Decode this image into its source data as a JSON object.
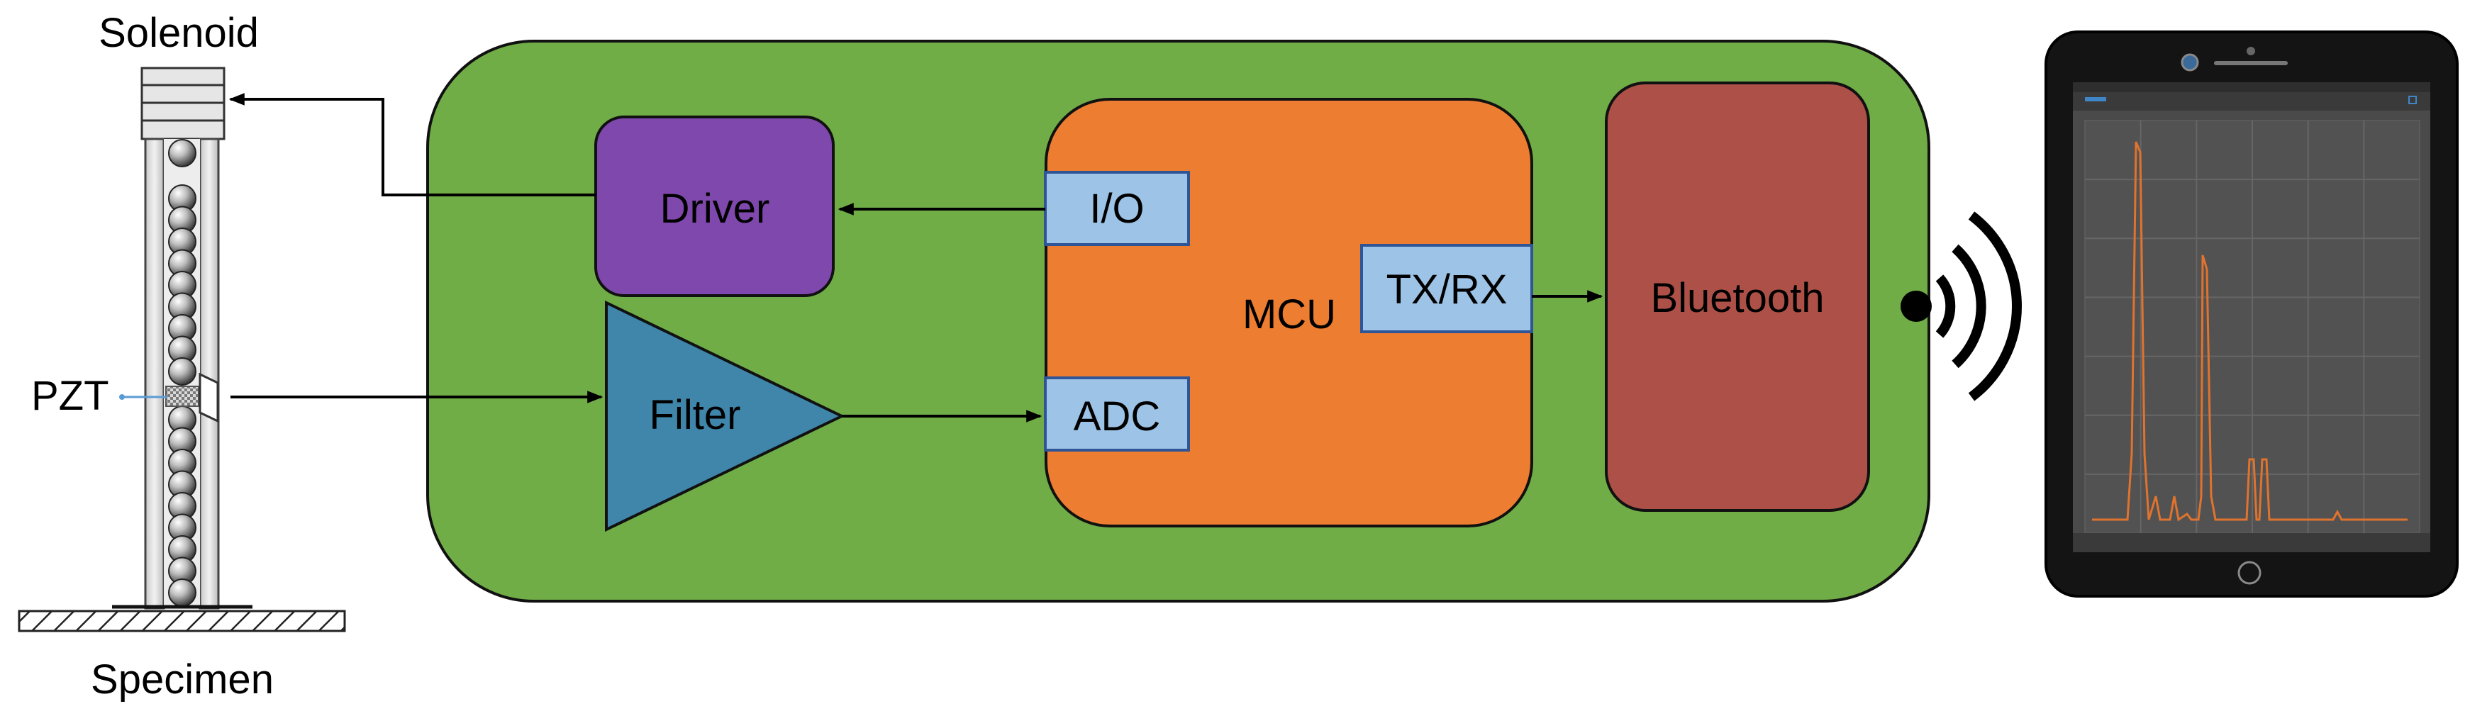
{
  "labels": {
    "solenoid": "Solenoid",
    "pzt": "PZT",
    "specimen": "Specimen",
    "driver": "Driver",
    "filter": "Filter",
    "mcu": "MCU",
    "io": "I/O",
    "adc": "ADC",
    "txrx": "TX/RX",
    "bluetooth": "Bluetooth"
  },
  "colors": {
    "board": "#70ad47",
    "driver": "#7f48ac",
    "filter": "#3f86aa",
    "mcu": "#ed7d31",
    "port": "#9dc3e6",
    "port_border": "#2f5597",
    "bluetooth": "#ad5148",
    "tablet_trace": "#e0732d"
  },
  "icons": {
    "wireless": "wireless-signal-icon",
    "tablet": "tablet-icon"
  }
}
